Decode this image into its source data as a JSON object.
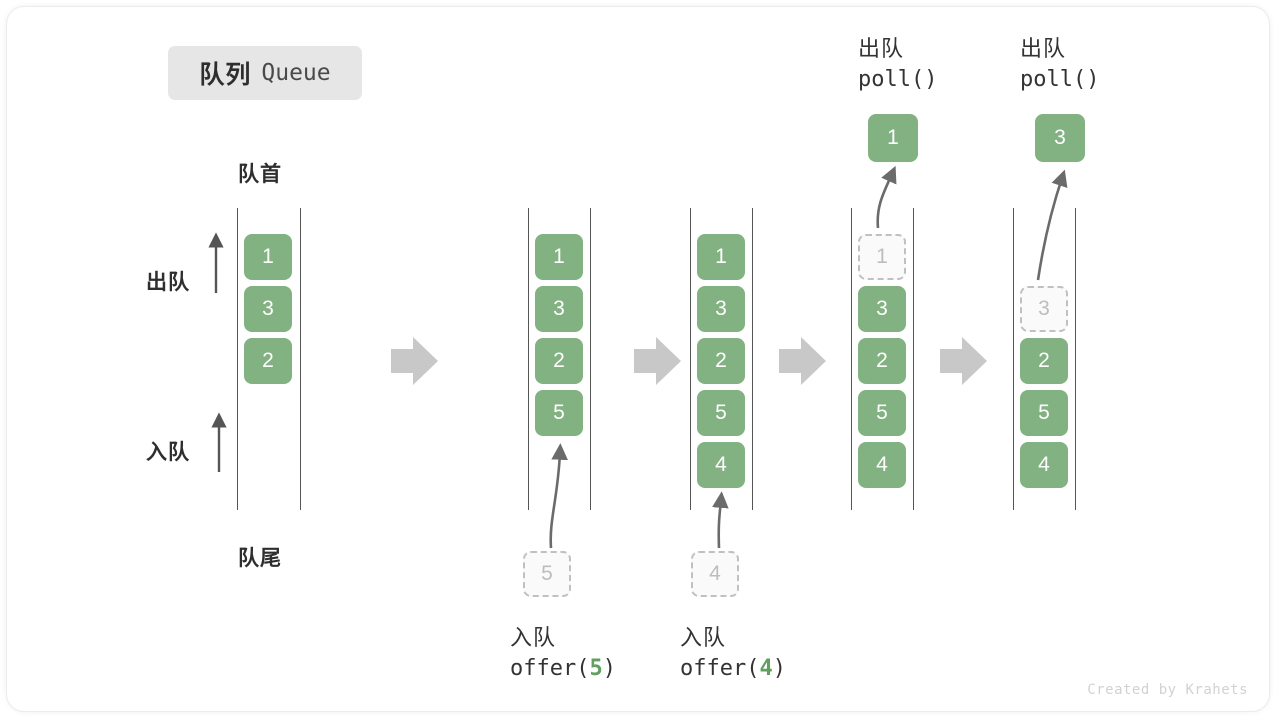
{
  "title": {
    "cn": "队列",
    "en": "Queue"
  },
  "labels": {
    "head": "队首",
    "tail": "队尾",
    "dequeue": "出队",
    "enqueue": "入队"
  },
  "footer": "Created by Krahets",
  "colors": {
    "element": "#82b282",
    "ghost_fill": "#fafafa",
    "ghost_border": "#c0c0c0",
    "rail": "#555555",
    "step_arrow": "#c8c8c8",
    "badge_bg": "#e6e6e6",
    "accent_text": "#5fa05f"
  },
  "operations": {
    "offer_5": {
      "cn": "入队",
      "code_prefix": "offer(",
      "code_value": "5",
      "code_suffix": ")"
    },
    "offer_4": {
      "cn": "入队",
      "code_prefix": "offer(",
      "code_value": "4",
      "code_suffix": ")"
    },
    "poll_1": {
      "cn": "出队",
      "code": "poll()"
    },
    "poll_2": {
      "cn": "出队",
      "code": "poll()"
    }
  },
  "ghosts": {
    "offer_5_ghost": "5",
    "offer_4_ghost": "4",
    "poll_1_ghost": "1",
    "poll_2_ghost": "3"
  },
  "popped": {
    "first": "1",
    "second": "3"
  },
  "columns": [
    {
      "name": "initial",
      "cells": [
        {
          "value": "1",
          "state": "solid"
        },
        {
          "value": "3",
          "state": "solid"
        },
        {
          "value": "2",
          "state": "solid"
        }
      ]
    },
    {
      "name": "after-offer-5",
      "cells": [
        {
          "value": "1",
          "state": "solid"
        },
        {
          "value": "3",
          "state": "solid"
        },
        {
          "value": "2",
          "state": "solid"
        },
        {
          "value": "5",
          "state": "solid"
        }
      ]
    },
    {
      "name": "after-offer-4",
      "cells": [
        {
          "value": "1",
          "state": "solid"
        },
        {
          "value": "3",
          "state": "solid"
        },
        {
          "value": "2",
          "state": "solid"
        },
        {
          "value": "5",
          "state": "solid"
        },
        {
          "value": "4",
          "state": "solid"
        }
      ]
    },
    {
      "name": "during-poll-1",
      "cells": [
        {
          "value": "1",
          "state": "ghost"
        },
        {
          "value": "3",
          "state": "solid"
        },
        {
          "value": "2",
          "state": "solid"
        },
        {
          "value": "5",
          "state": "solid"
        },
        {
          "value": "4",
          "state": "solid"
        }
      ]
    },
    {
      "name": "during-poll-2",
      "cells": [
        {
          "value": "",
          "state": "empty"
        },
        {
          "value": "3",
          "state": "ghost"
        },
        {
          "value": "2",
          "state": "solid"
        },
        {
          "value": "5",
          "state": "solid"
        },
        {
          "value": "4",
          "state": "solid"
        }
      ]
    }
  ]
}
